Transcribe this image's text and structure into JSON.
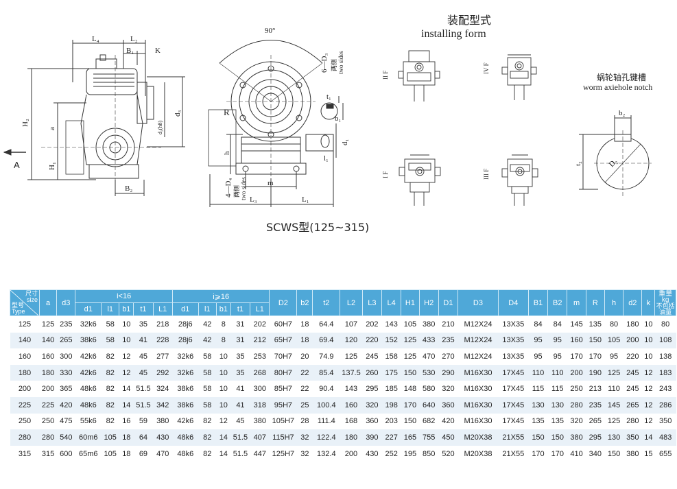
{
  "header": {
    "installing_title_cn": "装配型式",
    "installing_title_en": "installing form",
    "notch_title_cn": "蜗轮轴孔键槽",
    "notch_title_en": "worm axiehole notch"
  },
  "caption": "SCWS型(125~315)",
  "drawing_labels": {
    "side": {
      "L4": "L₄",
      "L2": "L₂",
      "B1": "B₁",
      "K": "K",
      "H2": "H₂",
      "a": "a",
      "H1": "H₁",
      "d2": "d₂(h8)",
      "d3": "d₃",
      "B2": "B₂",
      "A": "A"
    },
    "front": {
      "angle": "90°",
      "six_D3": "6—D₃",
      "two_sides_cn": "两侧",
      "two_sides_en": "two sides",
      "R": "R",
      "t1": "t₁",
      "b1": "b₁",
      "d1": "d₁",
      "l1": "l₁",
      "h": "h",
      "four_D4": "4—D₄",
      "two_sides_cn2": "两侧",
      "two_sides_en2": "two sides",
      "m": "m",
      "L3": "L₃",
      "L1": "L₁"
    },
    "forms": {
      "IIF": "II F",
      "IVF": "IV F",
      "IF": "I F",
      "IIIF": "III F"
    },
    "notch": {
      "b2": "b₂",
      "t2": "t₂",
      "D2": "D₂"
    }
  },
  "table": {
    "corner_top": [
      "尺寸",
      "size"
    ],
    "corner_bottom": [
      "型号",
      "Type"
    ],
    "group_lt16": "i<16",
    "group_ge16": "i⩾16",
    "weight_header": [
      "重量",
      "kg",
      "不包括",
      "油量"
    ],
    "columns_before": [
      "a",
      "d3"
    ],
    "group_cols": [
      "d1",
      "l1",
      "b1",
      "t1",
      "L1"
    ],
    "columns_after": [
      "D2",
      "b2",
      "t2",
      "L2",
      "L3",
      "L4",
      "H1",
      "H2",
      "D1",
      "D3",
      "D4",
      "B1",
      "B2",
      "m",
      "R",
      "h",
      "d2",
      "k"
    ],
    "rows": [
      [
        "125",
        "125",
        "235",
        "32k6",
        "58",
        "10",
        "35",
        "218",
        "28j6",
        "42",
        "8",
        "31",
        "202",
        "60H7",
        "18",
        "64.4",
        "107",
        "202",
        "143",
        "105",
        "380",
        "210",
        "M12X24",
        "13X35",
        "84",
        "84",
        "145",
        "135",
        "80",
        "180",
        "10",
        "80"
      ],
      [
        "140",
        "140",
        "265",
        "38k6",
        "58",
        "10",
        "41",
        "228",
        "28j6",
        "42",
        "8",
        "31",
        "212",
        "65H7",
        "18",
        "69.4",
        "120",
        "220",
        "152",
        "125",
        "433",
        "235",
        "M12X24",
        "13X35",
        "95",
        "95",
        "160",
        "150",
        "105",
        "200",
        "10",
        "108"
      ],
      [
        "160",
        "160",
        "300",
        "42k6",
        "82",
        "12",
        "45",
        "277",
        "32k6",
        "58",
        "10",
        "35",
        "253",
        "70H7",
        "20",
        "74.9",
        "125",
        "245",
        "158",
        "125",
        "470",
        "270",
        "M12X24",
        "13X35",
        "95",
        "95",
        "170",
        "170",
        "95",
        "220",
        "10",
        "138"
      ],
      [
        "180",
        "180",
        "330",
        "42k6",
        "82",
        "12",
        "45",
        "292",
        "32k6",
        "58",
        "10",
        "35",
        "268",
        "80H7",
        "22",
        "85.4",
        "137.5",
        "260",
        "175",
        "150",
        "530",
        "290",
        "M16X30",
        "17X45",
        "110",
        "110",
        "200",
        "190",
        "125",
        "245",
        "12",
        "183"
      ],
      [
        "200",
        "200",
        "365",
        "48k6",
        "82",
        "14",
        "51.5",
        "324",
        "38k6",
        "58",
        "10",
        "41",
        "300",
        "85H7",
        "22",
        "90.4",
        "143",
        "295",
        "185",
        "148",
        "580",
        "320",
        "M16X30",
        "17X45",
        "115",
        "115",
        "250",
        "213",
        "110",
        "245",
        "12",
        "243"
      ],
      [
        "225",
        "225",
        "420",
        "48k6",
        "82",
        "14",
        "51.5",
        "342",
        "38k6",
        "58",
        "10",
        "41",
        "318",
        "95H7",
        "25",
        "100.4",
        "160",
        "320",
        "198",
        "170",
        "640",
        "360",
        "M16X30",
        "17X45",
        "130",
        "130",
        "280",
        "235",
        "145",
        "265",
        "12",
        "286"
      ],
      [
        "250",
        "250",
        "475",
        "55k6",
        "82",
        "16",
        "59",
        "380",
        "42k6",
        "82",
        "12",
        "45",
        "380",
        "105H7",
        "28",
        "111.4",
        "168",
        "360",
        "203",
        "150",
        "682",
        "420",
        "M16X30",
        "17X45",
        "135",
        "135",
        "320",
        "265",
        "125",
        "280",
        "12",
        "350"
      ],
      [
        "280",
        "280",
        "540",
        "60m6",
        "105",
        "18",
        "64",
        "430",
        "48k6",
        "82",
        "14",
        "51.5",
        "407",
        "115H7",
        "32",
        "122.4",
        "180",
        "390",
        "227",
        "165",
        "755",
        "450",
        "M20X38",
        "21X55",
        "150",
        "150",
        "380",
        "295",
        "130",
        "350",
        "14",
        "483"
      ],
      [
        "315",
        "315",
        "600",
        "65m6",
        "105",
        "18",
        "69",
        "470",
        "48k6",
        "82",
        "14",
        "51.5",
        "447",
        "125H7",
        "32",
        "132.4",
        "200",
        "430",
        "252",
        "195",
        "850",
        "520",
        "M20X38",
        "21X55",
        "170",
        "170",
        "410",
        "340",
        "150",
        "380",
        "15",
        "655"
      ]
    ]
  }
}
